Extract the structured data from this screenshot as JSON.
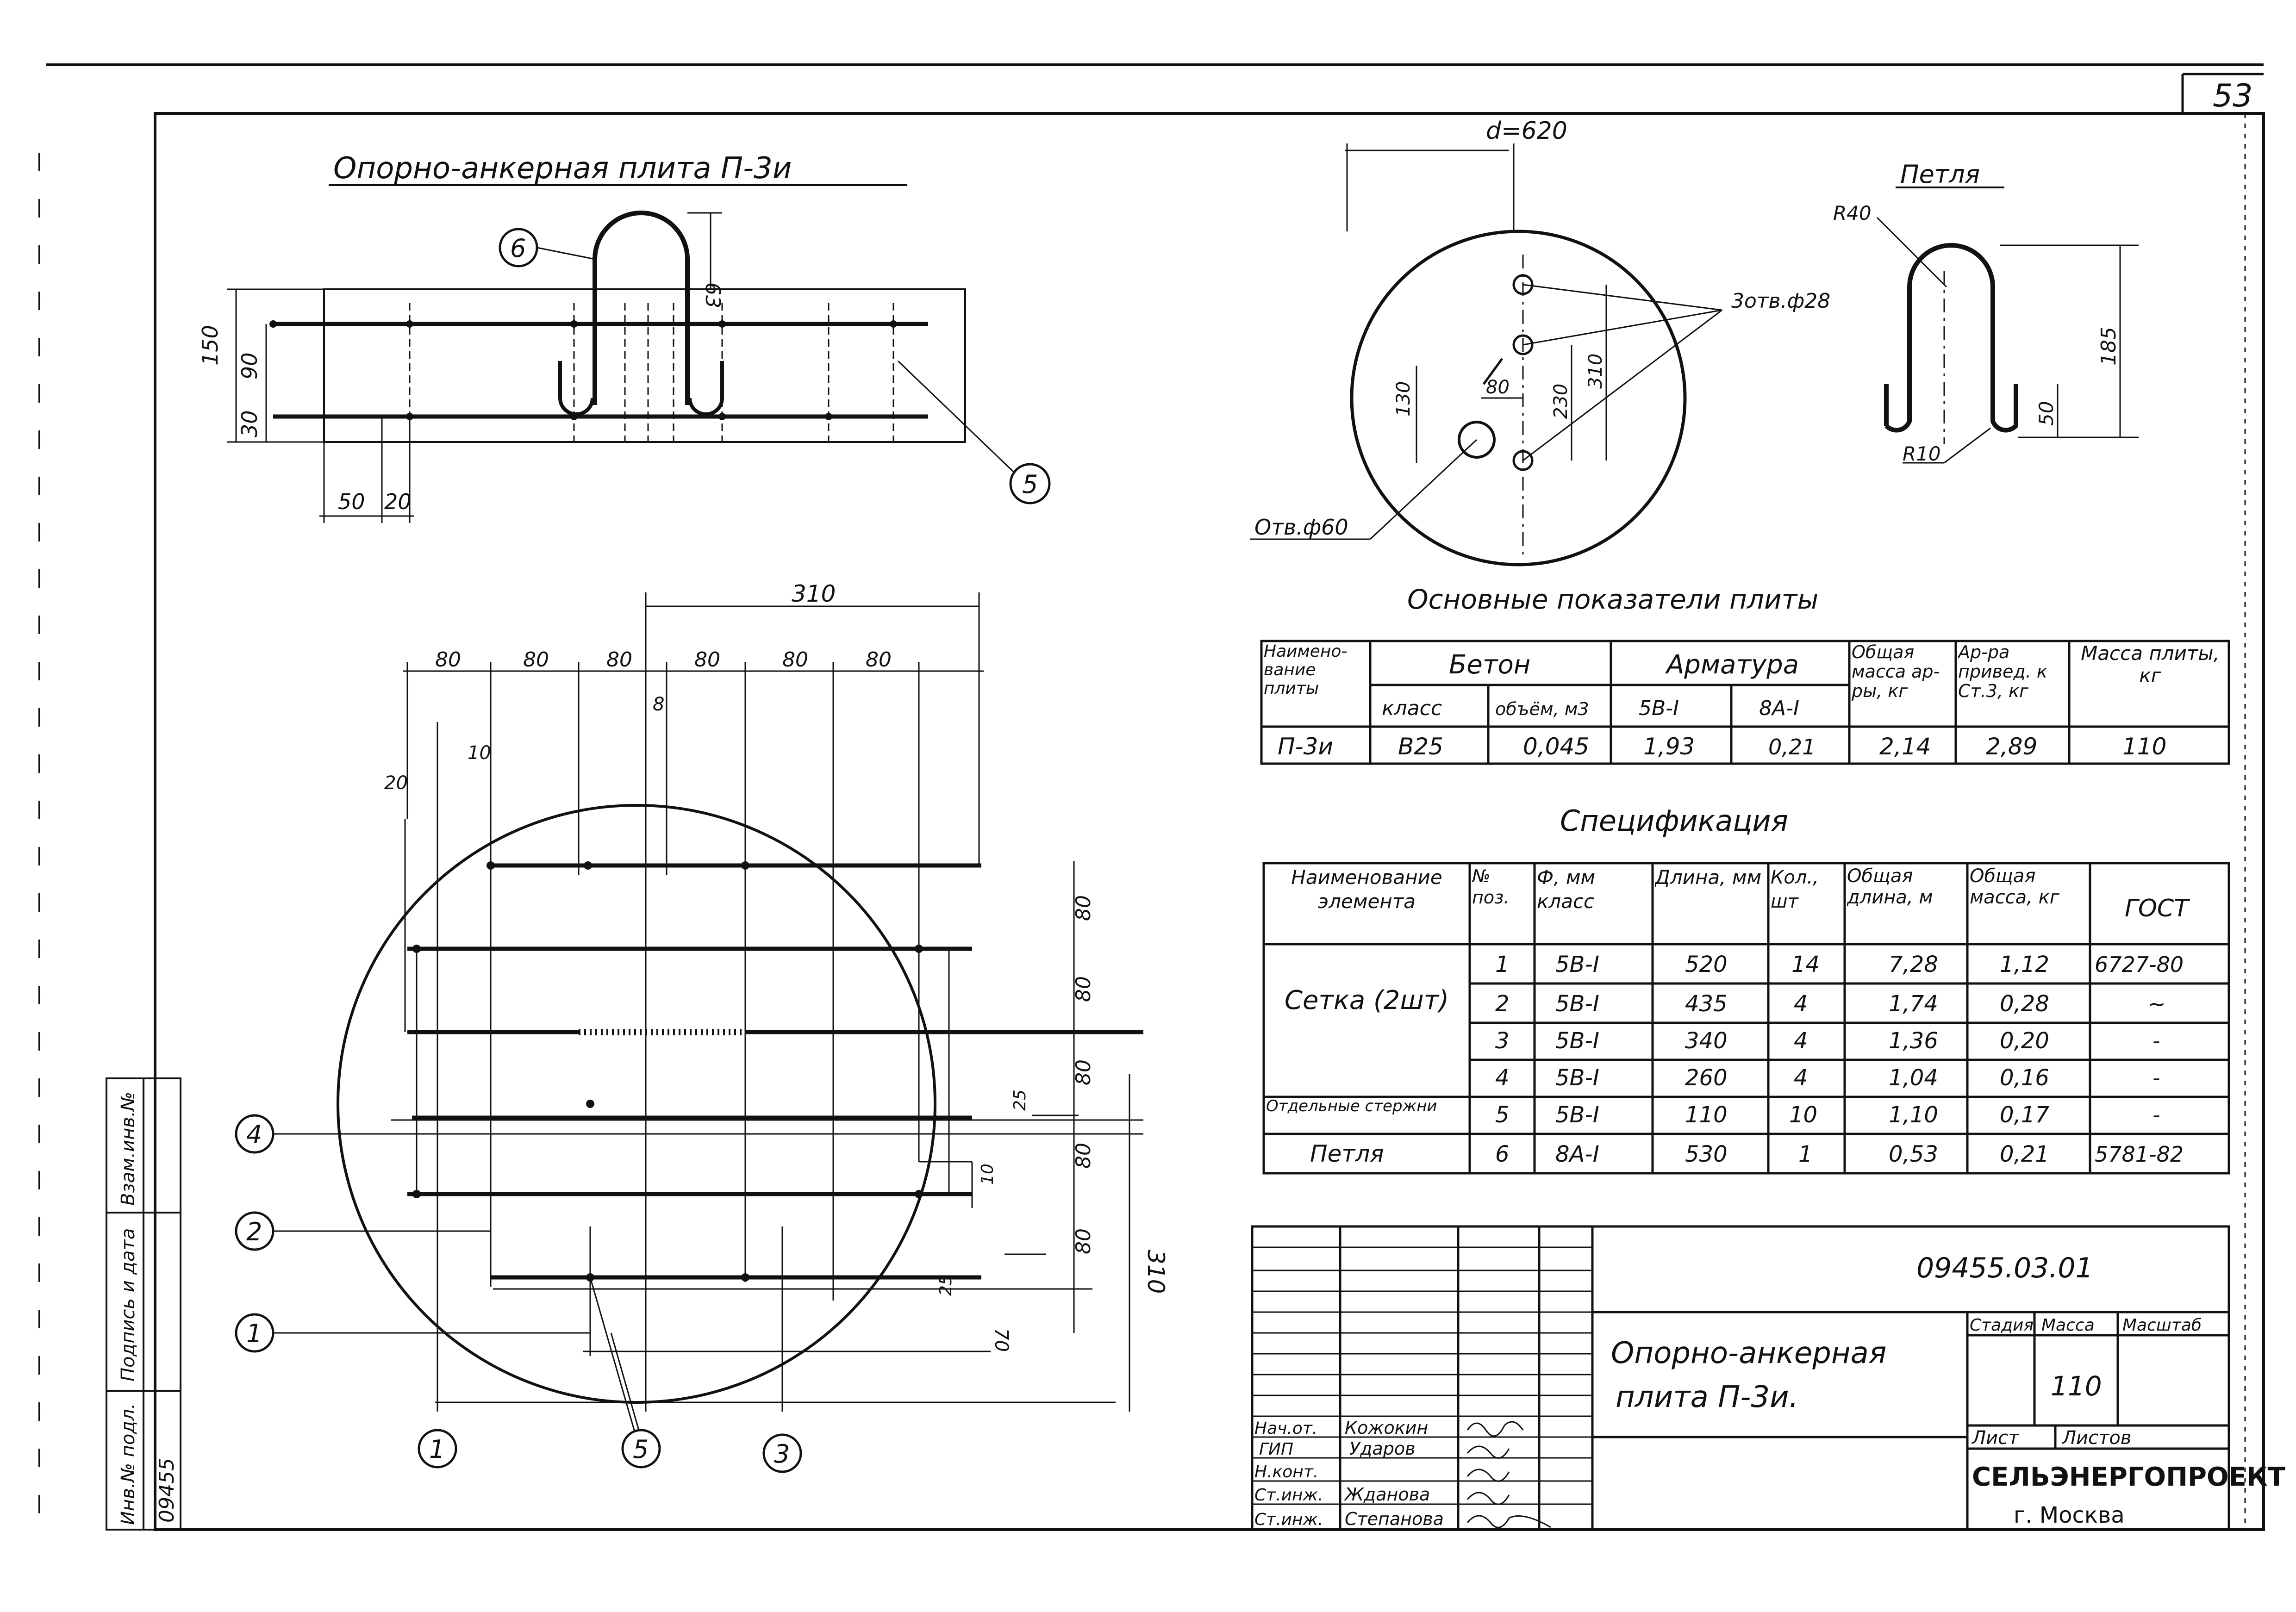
{
  "page_number": "53",
  "plan_title": "Опорно-анкерная плита П-3и",
  "circle_title": "d=620",
  "loop_title": "Петля",
  "labels": {
    "holes3": "3отв.ф28",
    "hole60": "Отв.ф60",
    "r40": "R40",
    "r10": "R10"
  },
  "dims": {
    "section": [
      "150",
      "90",
      "30",
      "50",
      "20",
      "63"
    ],
    "circle": [
      "130",
      "80",
      "230",
      "310"
    ],
    "loop": [
      "185",
      "50"
    ],
    "plan_top": "310",
    "plan_spacing": [
      "80",
      "80",
      "80",
      "80",
      "80",
      "80"
    ],
    "plan_small": [
      "8",
      "10",
      "20"
    ],
    "plan_right": [
      "80",
      "80",
      "80",
      "80",
      "80"
    ],
    "plan_right_total": "310",
    "plan_right_small": [
      "25",
      "10",
      "25",
      "70"
    ]
  },
  "callouts": [
    "6",
    "5",
    "4",
    "2",
    "1",
    "1",
    "5",
    "3"
  ],
  "table1": {
    "title": "Основные показатели плиты",
    "h_name": "Наимено-вание плиты",
    "h_concrete": "Бетон",
    "h_class": "класс",
    "h_volume": "объём, м3",
    "h_rebar": "Арматура",
    "h_5b": "5В-I",
    "h_8a": "8А-I",
    "h_total": "Общая масса ар-ры, кг",
    "h_reduced": "Ар-ра привед. к Ст.3, кг",
    "h_mass": "Масса плиты, кг",
    "row": [
      "П-3и",
      "В25",
      "0,045",
      "1,93",
      "0,21",
      "2,14",
      "2,89",
      "110"
    ]
  },
  "table2": {
    "title": "Спецификация",
    "headers": [
      "Наименование элемента",
      "№ поз.",
      "Ф, мм класс",
      "Длина, мм",
      "Кол., шт",
      "Общая длина, м",
      "Общая масса, кг",
      "ГОСТ"
    ],
    "group_setka": "Сетка (2шт)",
    "rows": [
      [
        "1",
        "5В-I",
        "520",
        "14",
        "7,28",
        "1,12",
        "6727-80"
      ],
      [
        "2",
        "5В-I",
        "435",
        "4",
        "1,74",
        "0,28",
        "~"
      ],
      [
        "3",
        "5В-I",
        "340",
        "4",
        "1,36",
        "0,20",
        "-"
      ],
      [
        "4",
        "5В-I",
        "260",
        "4",
        "1,04",
        "0,16",
        "-"
      ],
      [
        "5",
        "5В-I",
        "110",
        "10",
        "1,10",
        "0,17",
        "-"
      ],
      [
        "6",
        "8А-I",
        "530",
        "1",
        "0,53",
        "0,21",
        "5781-82"
      ]
    ],
    "group_otd": "Отдельные стержни",
    "group_loop": "Петля"
  },
  "title_block": {
    "code": "09455.03.01",
    "name_line1": "Опорно-анкерная",
    "name_line2": "плита  П-3и.",
    "stage": "Стадия",
    "mass": "Масса",
    "scale": "Масштаб",
    "mass_value": "110",
    "sheet": "Лист",
    "sheets": "Листов",
    "org": "СЕЛЬЭНЕРГОПРОЕКТ",
    "city": "г. Москва",
    "people": [
      [
        "Нач.от.",
        "Кожокин"
      ],
      [
        "ГИП",
        "Ударов"
      ],
      [
        "Н.конт.",
        ""
      ],
      [
        "Ст.инж.",
        "Жданова"
      ],
      [
        "Ст.инж.",
        "Степанова"
      ]
    ]
  },
  "side_stamp": {
    "labels": [
      "Инв.№ подл.",
      "Подпись и дата",
      "Взам.инв.№"
    ],
    "inv": "09455"
  }
}
